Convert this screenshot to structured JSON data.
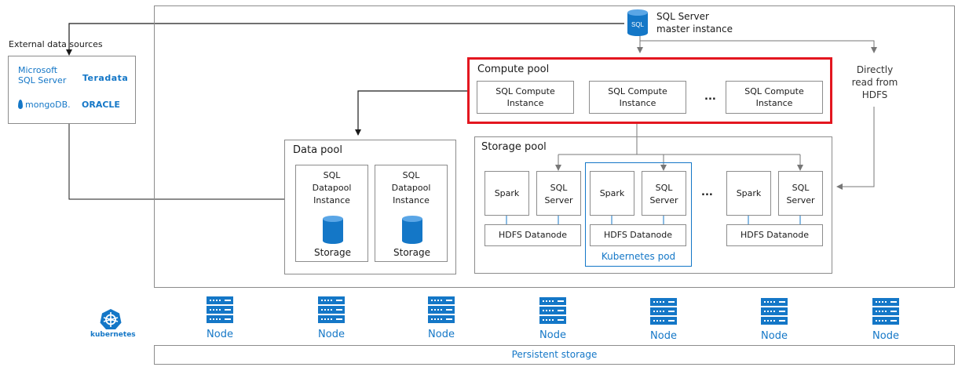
{
  "master": {
    "title": "SQL Server",
    "subtitle": "master instance",
    "icon": "database-icon",
    "badge": "SQL"
  },
  "external": {
    "title": "External data sources",
    "logos": [
      "Microsoft",
      "SQL Server",
      "Teradata",
      "mongoDB.",
      "ORACLE"
    ]
  },
  "compute_pool": {
    "title": "Compute pool",
    "instances": [
      "SQL Compute\nInstance",
      "SQL Compute\nInstance",
      "SQL Compute\nInstance"
    ],
    "ellipsis": "..."
  },
  "direct_read": "Directly\nread from\nHDFS",
  "data_pool": {
    "title": "Data pool",
    "instances": [
      {
        "label": "SQL\nDatapool\nInstance",
        "storage": "Storage"
      },
      {
        "label": "SQL\nDatapool\nInstance",
        "storage": "Storage"
      }
    ]
  },
  "storage_pool": {
    "title": "Storage pool",
    "groups": [
      {
        "spark": "Spark",
        "sql": "SQL\nServer",
        "hdfs": "HDFS Datanode"
      },
      {
        "spark": "Spark",
        "sql": "SQL\nServer",
        "hdfs": "HDFS Datanode",
        "pod": "Kubernetes pod"
      },
      {
        "spark": "Spark",
        "sql": "SQL\nServer",
        "hdfs": "HDFS Datanode"
      }
    ],
    "ellipsis": "..."
  },
  "kubernetes": {
    "label": "kubernetes",
    "icon": "kubernetes-helm-icon"
  },
  "nodes": [
    "Node",
    "Node",
    "Node",
    "Node",
    "Node",
    "Node",
    "Node"
  ],
  "persistent_storage": "Persistent storage",
  "colors": {
    "accent": "#1477c7",
    "highlight": "#e3161f",
    "border": "#8c8c8c"
  }
}
